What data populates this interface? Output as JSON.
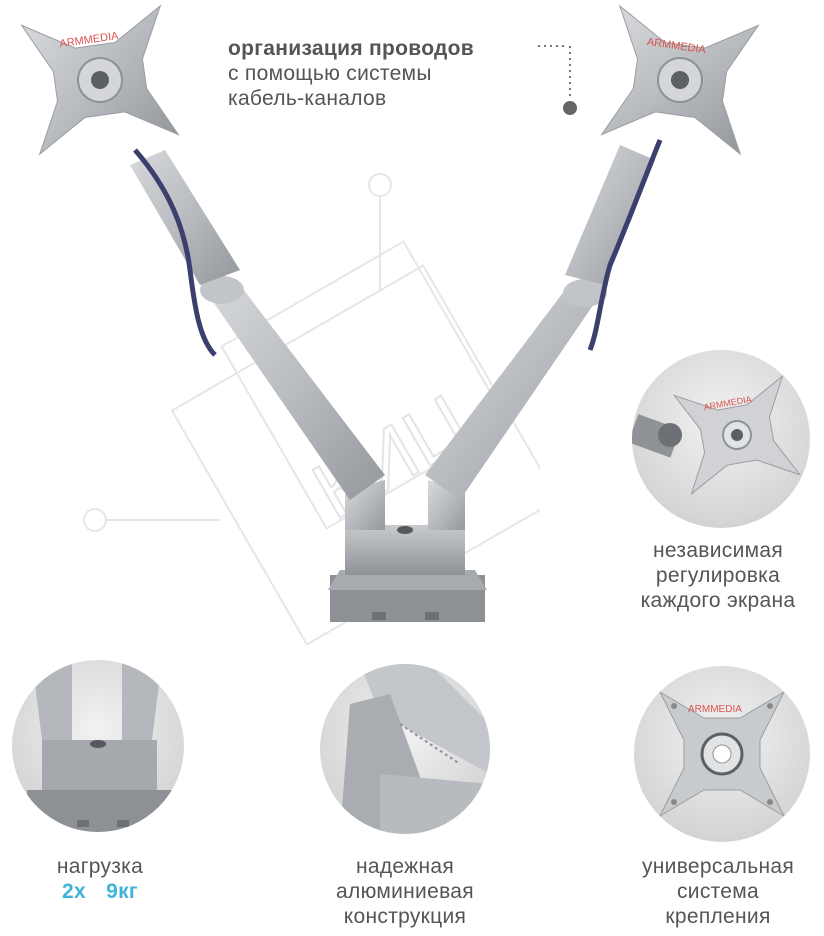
{
  "brand": {
    "logo_text": "ARMMEDIA",
    "logo_color": "#d9534f",
    "watermark": "КИЦ"
  },
  "callouts": {
    "cable": {
      "line1": "организация проводов",
      "line2": "с помощью системы",
      "line3": "кабель-каналов"
    },
    "independent": {
      "line1": "независимая",
      "line2": "регулировка",
      "line3": "каждого экрана"
    },
    "load": {
      "line1": "нагрузка",
      "count": "2x",
      "weight": "9кг"
    },
    "aluminum": {
      "line1": "надежная",
      "line2": "алюминиевая",
      "line3": "конструкция"
    },
    "universal": {
      "line1": "универсальная",
      "line2": "система",
      "line3": "крепления"
    }
  },
  "colors": {
    "metal": "#b9bcc0",
    "metal_dark": "#8e9196",
    "cable": "#3a3f6e",
    "accent": "#3fb4d9",
    "text": "#555555"
  }
}
